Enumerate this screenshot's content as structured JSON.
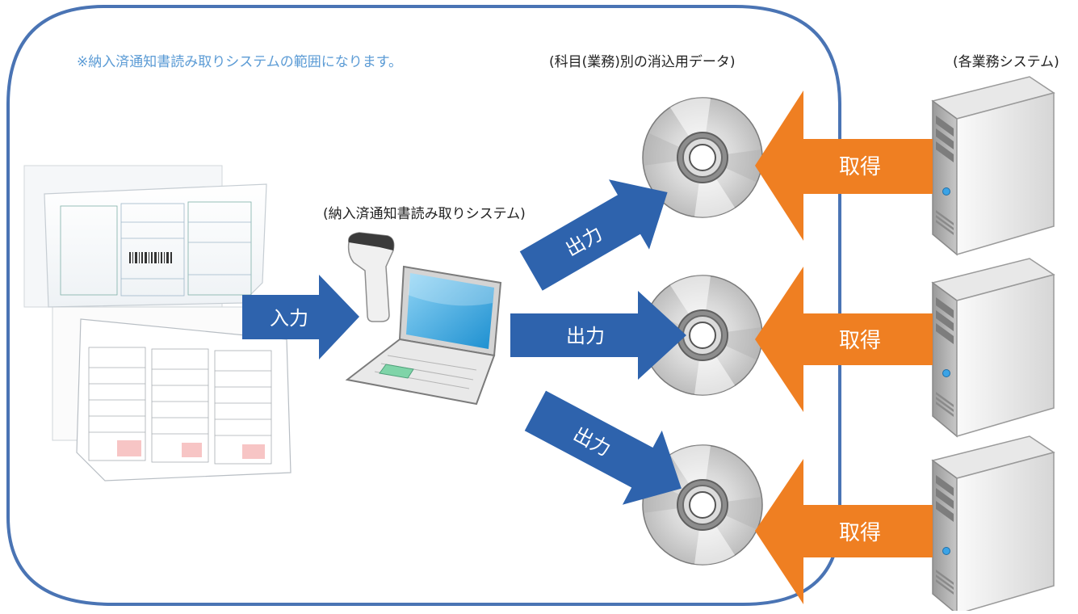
{
  "scope_note": "※納入済通知書読み取りシステムの範囲になります。",
  "labels": {
    "system": "(納入済通知書読み取りシステム)",
    "data": "(科目(業務)別の消込用データ)",
    "business_systems": "(各業務システム)"
  },
  "arrows": {
    "input": "入力",
    "output": [
      "出力",
      "出力",
      "出力"
    ],
    "acquire": [
      "取得",
      "取得",
      "取得"
    ]
  },
  "colors": {
    "boundary": "#4a74b4",
    "note_text": "#5b9bd5",
    "blue_arrow": "#2e63ad",
    "orange_arrow": "#ef7f22"
  },
  "icons": [
    "document-stack-icon",
    "barcode-scanner-icon",
    "laptop-icon",
    "disc-icon",
    "server-icon"
  ]
}
